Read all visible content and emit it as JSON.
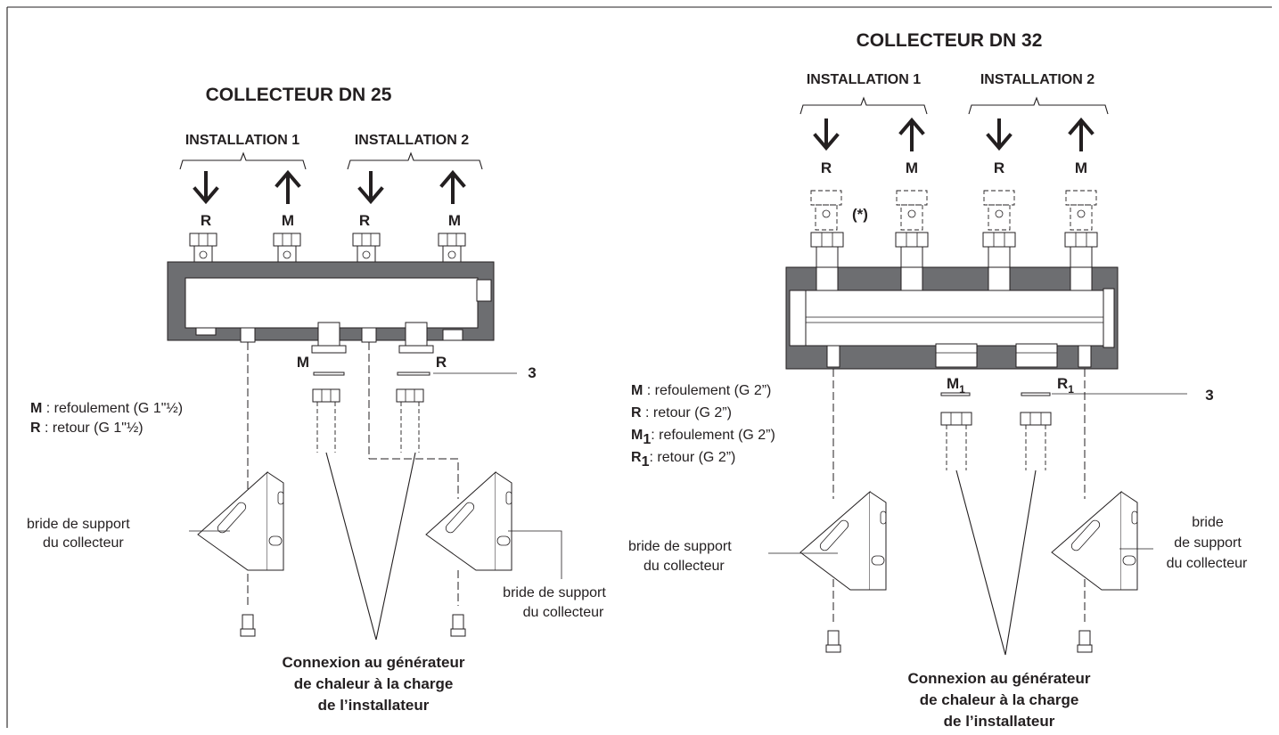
{
  "dn25": {
    "title": "COLLECTEUR DN 25",
    "install1": "INSTALLATION 1",
    "install2": "INSTALLATION 2",
    "port_labels": [
      "R",
      "M",
      "R",
      "M"
    ],
    "bottom_m": "M",
    "bottom_r": "R",
    "ref3": "3",
    "legend": [
      {
        "key": "M",
        "text": " : refoulement (G 1\"½)"
      },
      {
        "key": "R",
        "text": " : retour (G 1\"½)"
      }
    ],
    "bracket_left": [
      "bride de support",
      "du collecteur"
    ],
    "bracket_right": [
      "bride de support",
      "du collecteur"
    ],
    "connection": [
      "Connexion au générateur",
      "de chaleur à la charge",
      "de l’installateur"
    ]
  },
  "dn32": {
    "title": "COLLECTEUR DN 32",
    "install1": "INSTALLATION 1",
    "install2": "INSTALLATION 2",
    "port_labels": [
      "R",
      "M",
      "R",
      "M"
    ],
    "star_note": "(*)",
    "bottom_m": "M",
    "bottom_r": "R",
    "subscript": "1",
    "ref3": "3",
    "legend": [
      {
        "key": "M",
        "sub": "",
        "text": " : refoulement  (G 2”)"
      },
      {
        "key": "R",
        "sub": "",
        "text": " : retour (G 2”)"
      },
      {
        "key": "M",
        "sub": "1",
        "text": ": refoulement (G 2”)"
      },
      {
        "key": "R",
        "sub": "1",
        "text": ": retour (G 2”)"
      }
    ],
    "bracket_left": [
      "bride de support",
      "du collecteur"
    ],
    "bracket_right": [
      "bride",
      "de support",
      "du collecteur"
    ],
    "connection": [
      "Connexion au générateur",
      "de chaleur à la charge",
      "de l’installateur"
    ]
  },
  "colors": {
    "ink": "#231f20",
    "body_grey": "#6d6e71",
    "background": "#ffffff"
  }
}
